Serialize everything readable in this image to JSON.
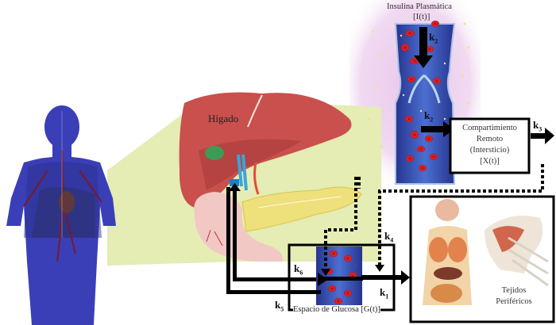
{
  "diagram": {
    "type": "glucose-insulin compartment model",
    "insulin": {
      "title": "Insulina Plasmática",
      "var": "[I(t)]"
    },
    "remote": {
      "lines": [
        "Compartimiento",
        "Remoto",
        "(Intersticio)",
        "[X(t)]"
      ]
    },
    "liver": {
      "label": "Hígado"
    },
    "glucose": {
      "label": "Espacio de Glucosa [G(t)]"
    },
    "tissues": {
      "lines": [
        "Tejidos",
        "Periféricos"
      ]
    },
    "rates": {
      "k1": {
        "k": "k",
        "sub": "1"
      },
      "k2a": {
        "k": "k",
        "sub": "2"
      },
      "k2b": {
        "k": "k",
        "sub": "2"
      },
      "k3": {
        "k": "k",
        "sub": "3"
      },
      "k4": {
        "k": "k",
        "sub": "4"
      },
      "k5": {
        "k": "k",
        "sub": "5"
      },
      "k6": {
        "k": "k",
        "sub": "6"
      }
    },
    "colors": {
      "body_blue": "#3a3fb8",
      "cone_green": "#e3ebb0",
      "insulin_pink": "#ecd3ec",
      "vessel_blue": "#3d5fc4",
      "rbc_red": "#d41f25",
      "liver_red": "#c9504c",
      "pancreas_yellow": "#eee07a",
      "arrow_black": "#000000"
    }
  }
}
